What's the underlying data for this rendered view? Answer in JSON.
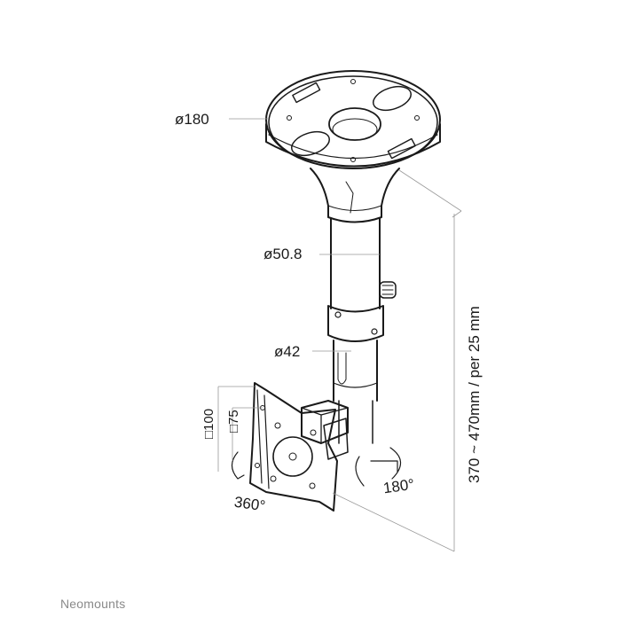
{
  "diagram": {
    "dimensions": {
      "plate_diameter": "ø180",
      "upper_tube_diameter": "ø50.8",
      "lower_tube_diameter": "ø42",
      "height_range": "370 ~ 470mm / per 25 mm",
      "vesa_large": "□100",
      "vesa_small": "□75",
      "rotation": "360°",
      "tilt": "180°"
    }
  },
  "brand": "Neomounts"
}
